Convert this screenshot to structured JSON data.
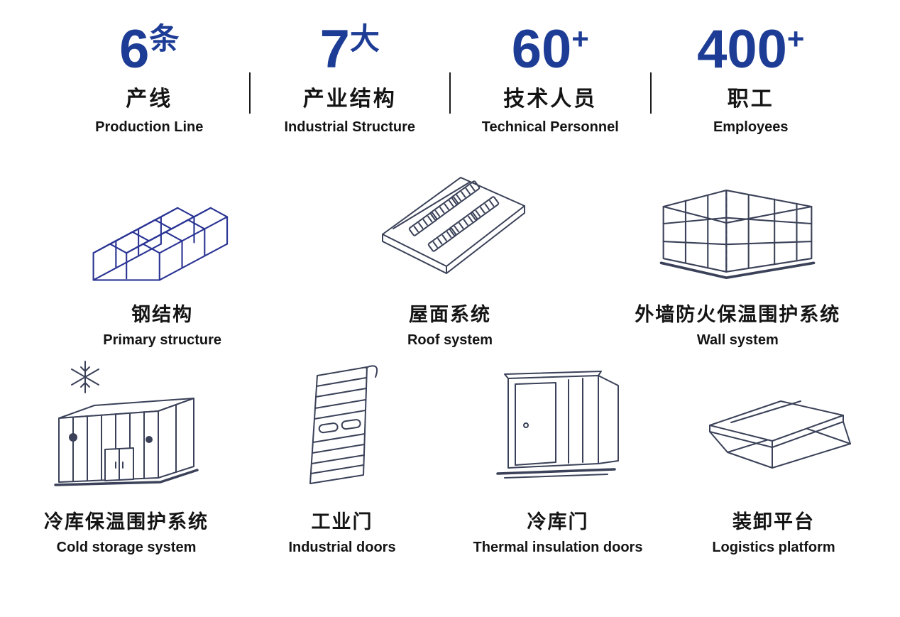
{
  "colors": {
    "accent": "#1d3c95",
    "ink": "#141414",
    "line_art": "#3a4158",
    "steel_blue": "#2a3494"
  },
  "stats": [
    {
      "number": "6",
      "unit": "条",
      "label_cn": "产线",
      "label_en": "Production Line"
    },
    {
      "number": "7",
      "unit": "大",
      "label_cn": "产业结构",
      "label_en": "Industrial Structure"
    },
    {
      "number": "60",
      "unit": "+",
      "label_cn": "技术人员",
      "label_en": "Technical Personnel"
    },
    {
      "number": "400",
      "unit": "+",
      "label_cn": "职工",
      "label_en": "Employees"
    }
  ],
  "products": [
    {
      "icon": "steel-structure-icon",
      "label_cn": "钢结构",
      "label_en": "Primary structure"
    },
    {
      "icon": "roof-system-icon",
      "label_cn": "屋面系统",
      "label_en": "Roof system"
    },
    {
      "icon": "wall-system-icon",
      "label_cn": "外墙防火保温围护系统",
      "label_en": "Wall system"
    },
    {
      "icon": "cold-storage-icon",
      "label_cn": "冷库保温围护系统",
      "label_en": "Cold storage system"
    },
    {
      "icon": "industrial-door-icon",
      "label_cn": "工业门",
      "label_en": "Industrial doors"
    },
    {
      "icon": "thermal-insulation-door-icon",
      "label_cn": "冷库门",
      "label_en": "Thermal insulation doors"
    },
    {
      "icon": "logistics-platform-icon",
      "label_cn": "装卸平台",
      "label_en": "Logistics platform"
    }
  ]
}
